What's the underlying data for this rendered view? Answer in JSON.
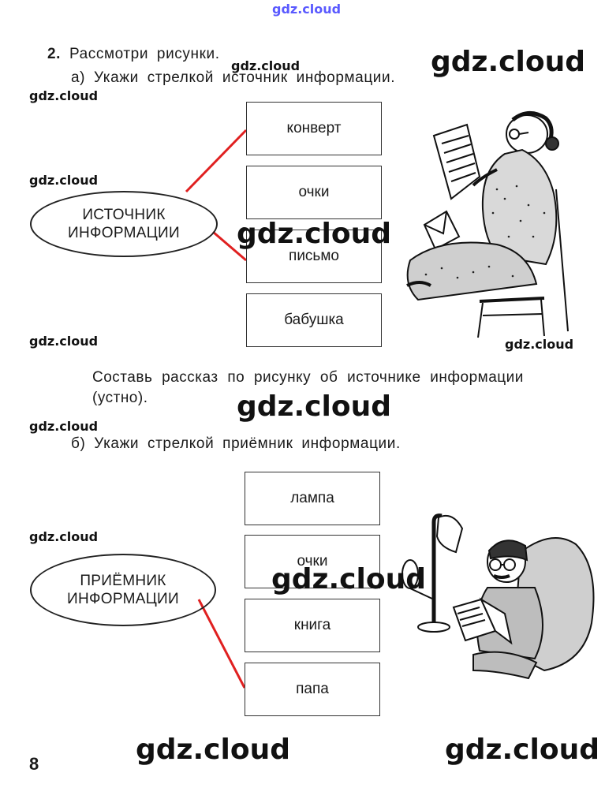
{
  "watermark": "gdz.cloud",
  "task": {
    "number": "2.",
    "title": "Рассмотри рисунки.",
    "part_a": "а) Укажи стрелкой источник информации.",
    "part_b": "б) Укажи стрелкой приёмник информации.",
    "story_line1": "Составь рассказ по рисунку об источнике информации",
    "story_line2": "(устно)."
  },
  "section_a": {
    "oval_line1": "ИСТОЧНИК",
    "oval_line2": "ИНФОРМАЦИИ",
    "options": [
      "конверт",
      "очки",
      "письмо",
      "бабушка"
    ],
    "picture": "grandmother-reading-letter-illustration"
  },
  "section_b": {
    "oval_line1": "ПРИЁМНИК",
    "oval_line2": "ИНФОРМАЦИИ",
    "options": [
      "лампа",
      "очки",
      "книга",
      "папа"
    ],
    "picture": "father-reading-book-illustration"
  },
  "answer_line_color": "#e02020",
  "page_number": "8"
}
